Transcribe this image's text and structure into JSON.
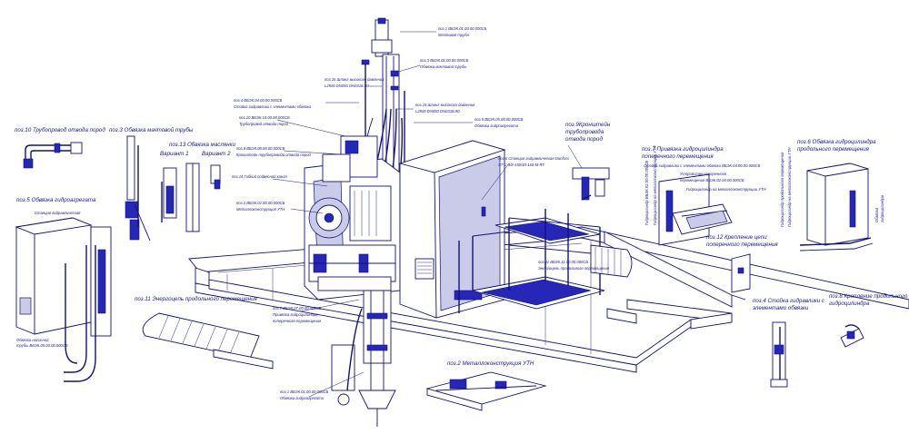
{
  "colors": {
    "ink": "#12127a",
    "accent": "#2626b8",
    "paper": "#ffffff",
    "shade": "#c9cbe8"
  },
  "labels": {
    "l1": {
      "title": "поз.1 ВБЭК.01.00.00.000СБ",
      "sub": "Мачтовая труба"
    },
    "l3a": {
      "title": "поз.3 ВБЭК.01.00.00.000СБ",
      "sub": "Обвязка мачтовой трубы"
    },
    "l16": {
      "title": "поз.16 Шланг высокого давления",
      "sub": "L2500 DN050 DN031Б.90"
    },
    "l15": {
      "title": "поз.15 Шланг высокого давления",
      "sub": "L2500 DN050 DN031Б.90"
    },
    "l4": {
      "title": "поз.4 ВБЭК.04.00.00.000СБ",
      "sub": "Стойка гидравлики с элементами обвязки"
    },
    "l10b": {
      "title": "поз.10 ВБЭК.10.00.00.000СБ",
      "sub": "Трубопровод отвода пород"
    },
    "l8": {
      "title": "поз.8 ВБЭК.08.00.00.000СБ",
      "sub": "Кронштейн трубопровода отвода пород"
    },
    "l14": {
      "title": "поз.14 Гибкий подвесной канал",
      "sub": ""
    },
    "l2b": {
      "title": "поз.2 ВБЭК.02.00.00.000СБ",
      "sub": "Металлоконструкция УТН"
    },
    "l5b": {
      "title": "поз.5 ВБЭК.05.00.00.000СБ",
      "sub": "Обвязка гидроагрегата"
    },
    "l6": {
      "title": "поз.6 Станция гидравлическая Danfoss",
      "sub": "ST-C-4/8-150/40-160-M-RT"
    },
    "l9": {
      "title": "поз.9Кронштейн",
      "sub2": "трубопровода",
      "sub3": "отвода пород"
    },
    "l7": {
      "title": "поз.7 Привязка гидроцилиндра",
      "sub": "поперечного перемещения"
    },
    "l7a": {
      "title": "Стойка гидравлики с элементами обвязки ВБЭК.04.00.00.000СБ",
      "sub": ""
    },
    "l7b": {
      "title": "Устройство поперечного",
      "sub": "перемещения ВБЭК.02.04.00.000СБ"
    },
    "l7c": {
      "title": "Гидроцилиндр на металлоконструкции УТН",
      "sub": ""
    },
    "l7d": {
      "title": "Гидроцилиндр ВБЭК.02.00.00.000СБ",
      "sub": ""
    },
    "l7e": {
      "title": "Гидроцилиндр на металлоконструкции УТН",
      "sub": ""
    },
    "l6b": {
      "title": "поз.6 Обвязка гидроцилиндра",
      "sub": "продольного перемещения"
    },
    "l6c": {
      "title": "Гидроцилиндр продольного перемещения",
      "sub": ""
    },
    "l6d": {
      "title": "Гидроцилиндр на металлоконструкции УТН",
      "sub": ""
    },
    "l6e": {
      "title": "Обвязка",
      "sub": "гидроцилиндра"
    },
    "l12": {
      "title": "поз.12 Крепление цепи",
      "sub": "поперечного перемещения"
    },
    "l11b": {
      "title": "поз.11 ВБЭК.11.00.00.000СБ",
      "sub": "Энергоцепь продольного перемещения"
    },
    "l4b": {
      "title": "поз.4 Стойка гидравлики с",
      "sub": "элементами обвязки"
    },
    "l8b": {
      "title": "поз.8 Крепление продольного",
      "sub": "гидроцилиндра"
    },
    "l10": {
      "title": "поз.10 Трубопровод отвода пород",
      "sub": ""
    },
    "l3": {
      "title": "поз.3 Обвязка мачтовой трубы",
      "sub": ""
    },
    "l13": {
      "title": "поз.13 Обвязка маслянки",
      "sub": ""
    },
    "l13v": {
      "v1": "Вариант 1",
      "v2": "Вариант 2"
    },
    "l5": {
      "title": "поз.5 Обвязка гидроагрегата",
      "sub": ""
    },
    "l5s": {
      "title": "Станция гидравлическая",
      "sub": ""
    },
    "l5v": {
      "title": "Обвязка насосной",
      "sub": "трубы ВБЭК.05.00.00.000СБ"
    },
    "l11": {
      "title": "поз.11 Энергоцепь продольного перемещения",
      "sub": ""
    },
    "l7f": {
      "title": "поз.7 ВБЭК.07.00.00.000СБ",
      "sub": "Привязка гидроцилиндра",
      "sub2": "поперечного перемещения"
    },
    "l2": {
      "title": "поз.2 Металлоконструкция УТН",
      "sub": ""
    },
    "l18": {
      "title": "поз.1 ВБЭК.01.00.00.000СБ",
      "sub": "Обвязка гидроагрегата"
    }
  }
}
